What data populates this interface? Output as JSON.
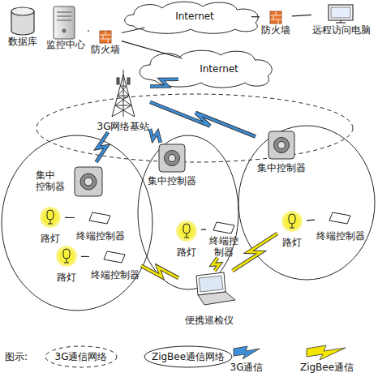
{
  "diagram": {
    "nodes": [
      {
        "text": [
          "数据库"
        ]
      },
      {
        "text": [
          "监控中心"
        ]
      },
      {
        "text": [
          "防火墙"
        ]
      },
      {
        "text": [
          "Internet"
        ]
      },
      {
        "text": [
          "防火墙"
        ]
      },
      {
        "text": [
          "远程访问电脑"
        ]
      },
      {
        "text": [
          "Internet"
        ]
      },
      {
        "text": [
          "3G网络基站"
        ]
      },
      {
        "text": [
          "集中 控制器"
        ]
      },
      {
        "text": [
          "路灯"
        ]
      },
      {
        "text": [
          "终端控制器"
        ]
      },
      {
        "text": [
          "路灯"
        ]
      },
      {
        "text": [
          "终端控制器"
        ]
      },
      {
        "text": [
          "集中控制器"
        ]
      },
      {
        "text": [
          "路灯"
        ]
      },
      {
        "text": [
          "终端控 制器"
        ]
      },
      {
        "text": [
          "集中控制器"
        ]
      },
      {
        "text": [
          "路灯"
        ]
      },
      {
        "text": [
          "终端控制器"
        ]
      },
      {
        "text": [
          "便携巡检仪"
        ]
      }
    ],
    "edges": [
      {
        "from": 1,
        "to": 2,
        "arrow": "none"
      },
      {
        "from": 2,
        "to": 3,
        "arrow": "none"
      },
      {
        "from": 2,
        "to": 6,
        "arrow": "none"
      },
      {
        "from": 3,
        "to": 4,
        "arrow": "none"
      },
      {
        "from": 4,
        "to": 5,
        "arrow": "none"
      },
      {
        "from": 6,
        "to": 7,
        "arrow": "none"
      },
      {
        "from": 7,
        "to": 8,
        "arrow": "none"
      },
      {
        "from": 7,
        "to": 13,
        "arrow": "none"
      },
      {
        "from": 7,
        "to": 16,
        "arrow": "none"
      },
      {
        "from": 9,
        "to": 10,
        "arrow": "none"
      },
      {
        "from": 11,
        "to": 12,
        "arrow": "none"
      },
      {
        "from": 14,
        "to": 15,
        "arrow": "none"
      },
      {
        "from": 17,
        "to": 18,
        "arrow": "none"
      },
      {
        "from": 12,
        "to": 19,
        "arrow": "none"
      },
      {
        "from": 15,
        "to": 19,
        "arrow": "none"
      },
      {
        "from": 17,
        "to": 19,
        "arrow": "none"
      }
    ],
    "labels": [
      "图示:"
    ],
    "legend": [
      {
        "text": "3G通信网络"
      },
      {
        "text": "ZigBee通信网络"
      },
      {
        "text": "3G通信",
        "color": "#3d8fd9"
      },
      {
        "text": "ZigBee通信",
        "color": "#f3e500"
      }
    ]
  }
}
